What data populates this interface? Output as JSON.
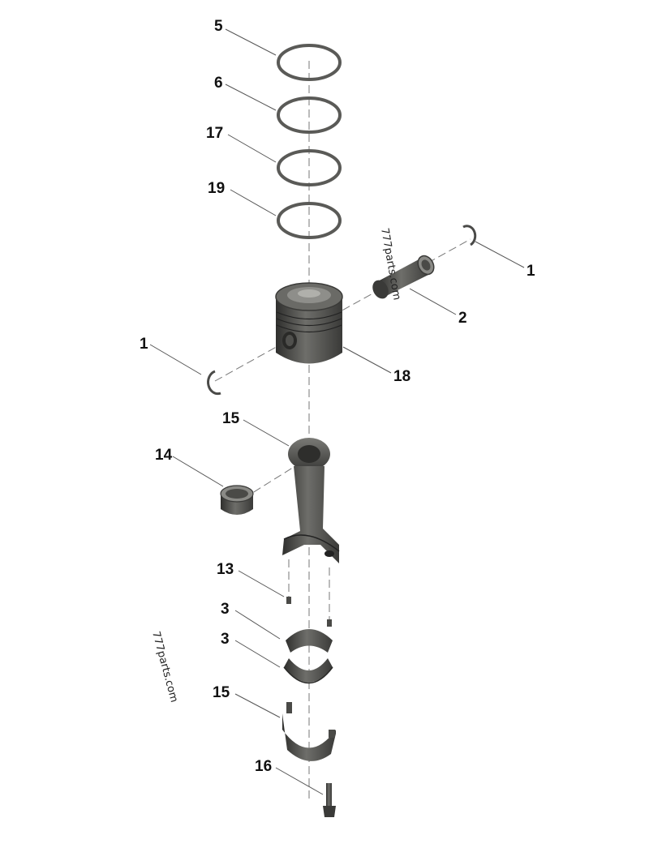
{
  "callouts": {
    "c5": "5",
    "c6": "6",
    "c17": "17",
    "c19": "19",
    "c1_right": "1",
    "c2": "2",
    "c1_left": "1",
    "c18": "18",
    "c15_top": "15",
    "c14": "14",
    "c13": "13",
    "c3_upper": "3",
    "c3_lower": "3",
    "c15_bottom": "15",
    "c16": "16"
  },
  "watermarks": {
    "top": "777parts.com",
    "left": "777parts.com"
  },
  "colors": {
    "part_dark": "#3a3a38",
    "part_mid": "#5a5a57",
    "part_light": "#8a8a86"
  }
}
